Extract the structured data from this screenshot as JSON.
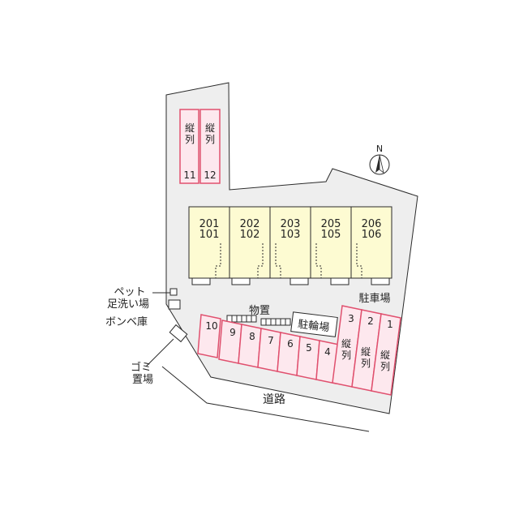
{
  "colors": {
    "lot": "#eeeeee",
    "building": "#fdfbd2",
    "parking_fill": "#fde8ee",
    "parking_stroke": "#e0506e",
    "outline": "#2a2a2a"
  },
  "compass": {
    "label": "N",
    "icon": "north-arrow-icon"
  },
  "buildings": [
    {
      "upper": "201",
      "lower": "101"
    },
    {
      "upper": "202",
      "lower": "102"
    },
    {
      "upper": "203",
      "lower": "103"
    },
    {
      "upper": "205",
      "lower": "105"
    },
    {
      "upper": "206",
      "lower": "106"
    }
  ],
  "top_parking": [
    {
      "type": "縦列",
      "num": "11"
    },
    {
      "type": "縦列",
      "num": "12"
    }
  ],
  "parking_nums": [
    "10",
    "9",
    "8",
    "7",
    "6",
    "5",
    "4",
    "3",
    "2",
    "1"
  ],
  "parking_type_label": "縦列",
  "labels": {
    "parking_lot": "駐車場",
    "storage": "物置",
    "bicycle": "駐輪場",
    "pet_line1": "ペット",
    "pet_line2": "足洗い場",
    "gas": "ボンベ庫",
    "garbage_line1": "ゴミ",
    "garbage_line2": "置場",
    "road": "道路"
  }
}
